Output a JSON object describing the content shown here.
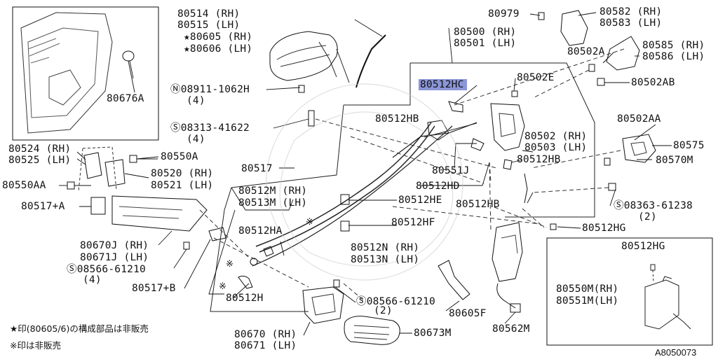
{
  "labels": {
    "p80514": "80514 (RH)",
    "p80515": "80515 (LH)",
    "p80605": "★80605 (RH)",
    "p80606": "★80606 (LH)",
    "p08911": "Ⓝ08911-1062H",
    "p08911q": "(4)",
    "p08313": "Ⓢ08313-41622",
    "p08313q": "(4)",
    "p80676A": "80676A",
    "p80524": "80524 (RH)",
    "p80525": "80525 (LH)",
    "p80550A": "80550A",
    "p80520": "80520 (RH)",
    "p80521": "80521 (LH)",
    "p80550AA": "80550AA",
    "p80517": "80517",
    "p80517A": "80517+A",
    "p80670J": "80670J (RH)",
    "p80671J": "80671J (LH)",
    "p08566a": "Ⓢ08566-61210",
    "p08566aq": "(4)",
    "p80517B": "80517+B",
    "p80512M": "80512M (RH)",
    "p80513M": "80513M (LH)",
    "p80512HA": "80512HA",
    "p80512H": "80512H",
    "p80670": "80670 (RH)",
    "p80671": "80671 (LH)",
    "p80673M": "80673M",
    "p08566b": "Ⓢ08566-61210",
    "p08566bq": "(2)",
    "p80512N": "80512N (RH)",
    "p80513N": "80513N (LH)",
    "p80512HF": "80512HF",
    "p80512HE": "80512HE",
    "p80512HD": "80512HD",
    "p80512HB1": "80512HB",
    "p80512HC": "80512HC",
    "p80500": "80500 (RH)",
    "p80501": "80501 (LH)",
    "p80979": "80979",
    "p80582": "80582 (RH)",
    "p80583": "80583 (LH)",
    "p80502A": "80502A",
    "p80585": "80585 (RH)",
    "p80586": "80586 (LH)",
    "p80502E": "80502E",
    "p80502AB": "80502AB",
    "p80502": "80502 (RH)",
    "p80503": "80503 (LH)",
    "p80512HB2": "80512HB",
    "p80551J": "80551J",
    "p80512HB3": "80512HB",
    "p80502AA": "80502AA",
    "p80575": "80575",
    "p80570M": "80570M",
    "p08363": "Ⓢ08363-61238",
    "p08363q": "(2)",
    "p80512HG1": "80512HG",
    "p80605F": "80605F",
    "p80562M": "80562M",
    "p80512HG2": "80512HG",
    "p80550M": "80550M(RH)",
    "p80551M": "80551M(LH)"
  },
  "notes": {
    "star": "★印(80605/6)の構成部品は非販売",
    "kome": "※印は非販売"
  },
  "diagram_ref": "A8050073",
  "highlight_color": "#8b96d8"
}
